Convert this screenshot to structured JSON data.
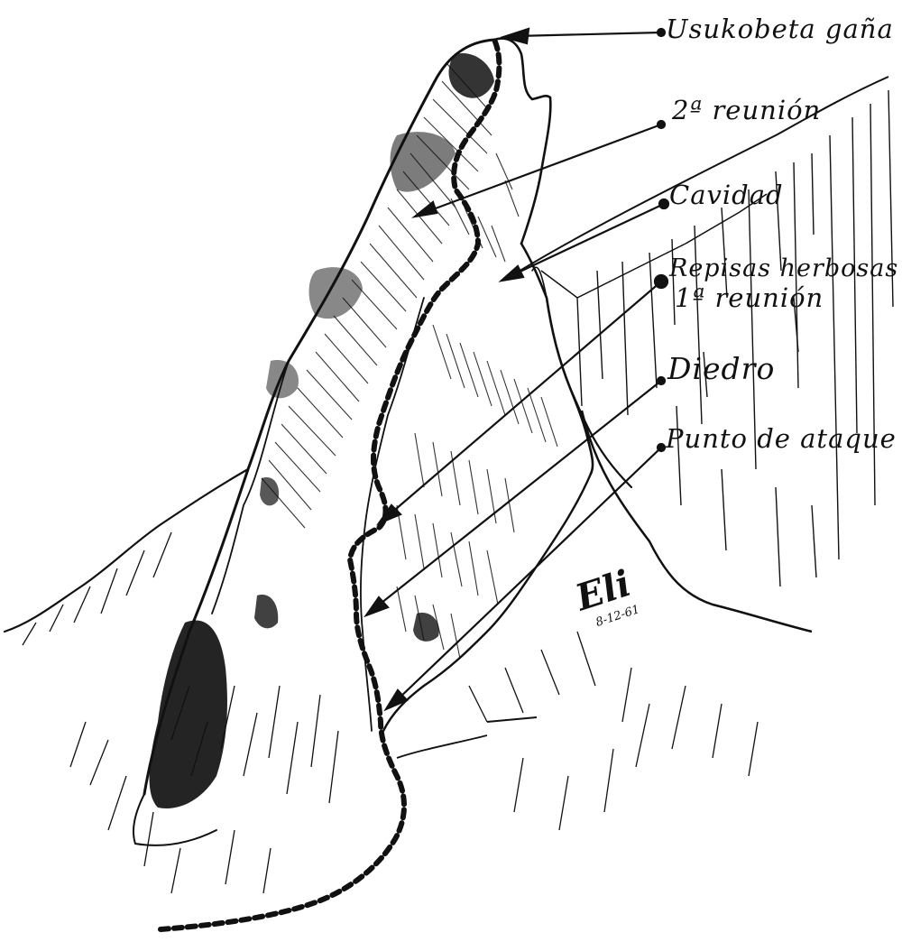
{
  "labels": {
    "summit": "Usukobeta gaña",
    "second_belay": "2ª reunión",
    "cavity": "Cavidad",
    "grassy_ledges": "Repisas herbosas",
    "first_belay": "1ª reunión",
    "dihedral": "Diedro",
    "attack_point": "Punto de ataque"
  },
  "signature": {
    "name": "Eli",
    "date": "8-12-61"
  },
  "colors": {
    "ink": "#111111",
    "paper": "#ffffff"
  }
}
